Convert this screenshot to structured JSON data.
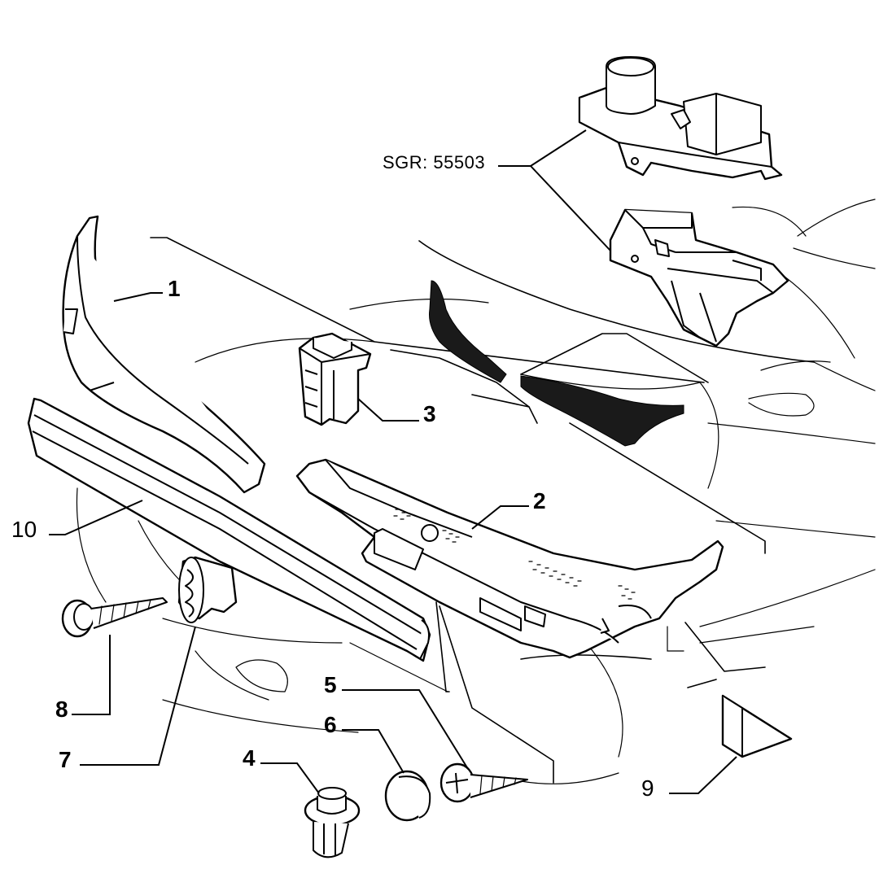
{
  "reference": "SGR: 55503",
  "callouts": [
    {
      "id": "1",
      "text": "1",
      "bold": true
    },
    {
      "id": "2",
      "text": "2",
      "bold": true
    },
    {
      "id": "3",
      "text": "3",
      "bold": true
    },
    {
      "id": "4",
      "text": "4",
      "bold": true
    },
    {
      "id": "5",
      "text": "5",
      "bold": true
    },
    {
      "id": "6",
      "text": "6",
      "bold": true
    },
    {
      "id": "7",
      "text": "7",
      "bold": true
    },
    {
      "id": "8",
      "text": "8",
      "bold": true
    },
    {
      "id": "9",
      "text": "9",
      "bold": false
    },
    {
      "id": "10",
      "text": "10",
      "bold": false
    }
  ]
}
